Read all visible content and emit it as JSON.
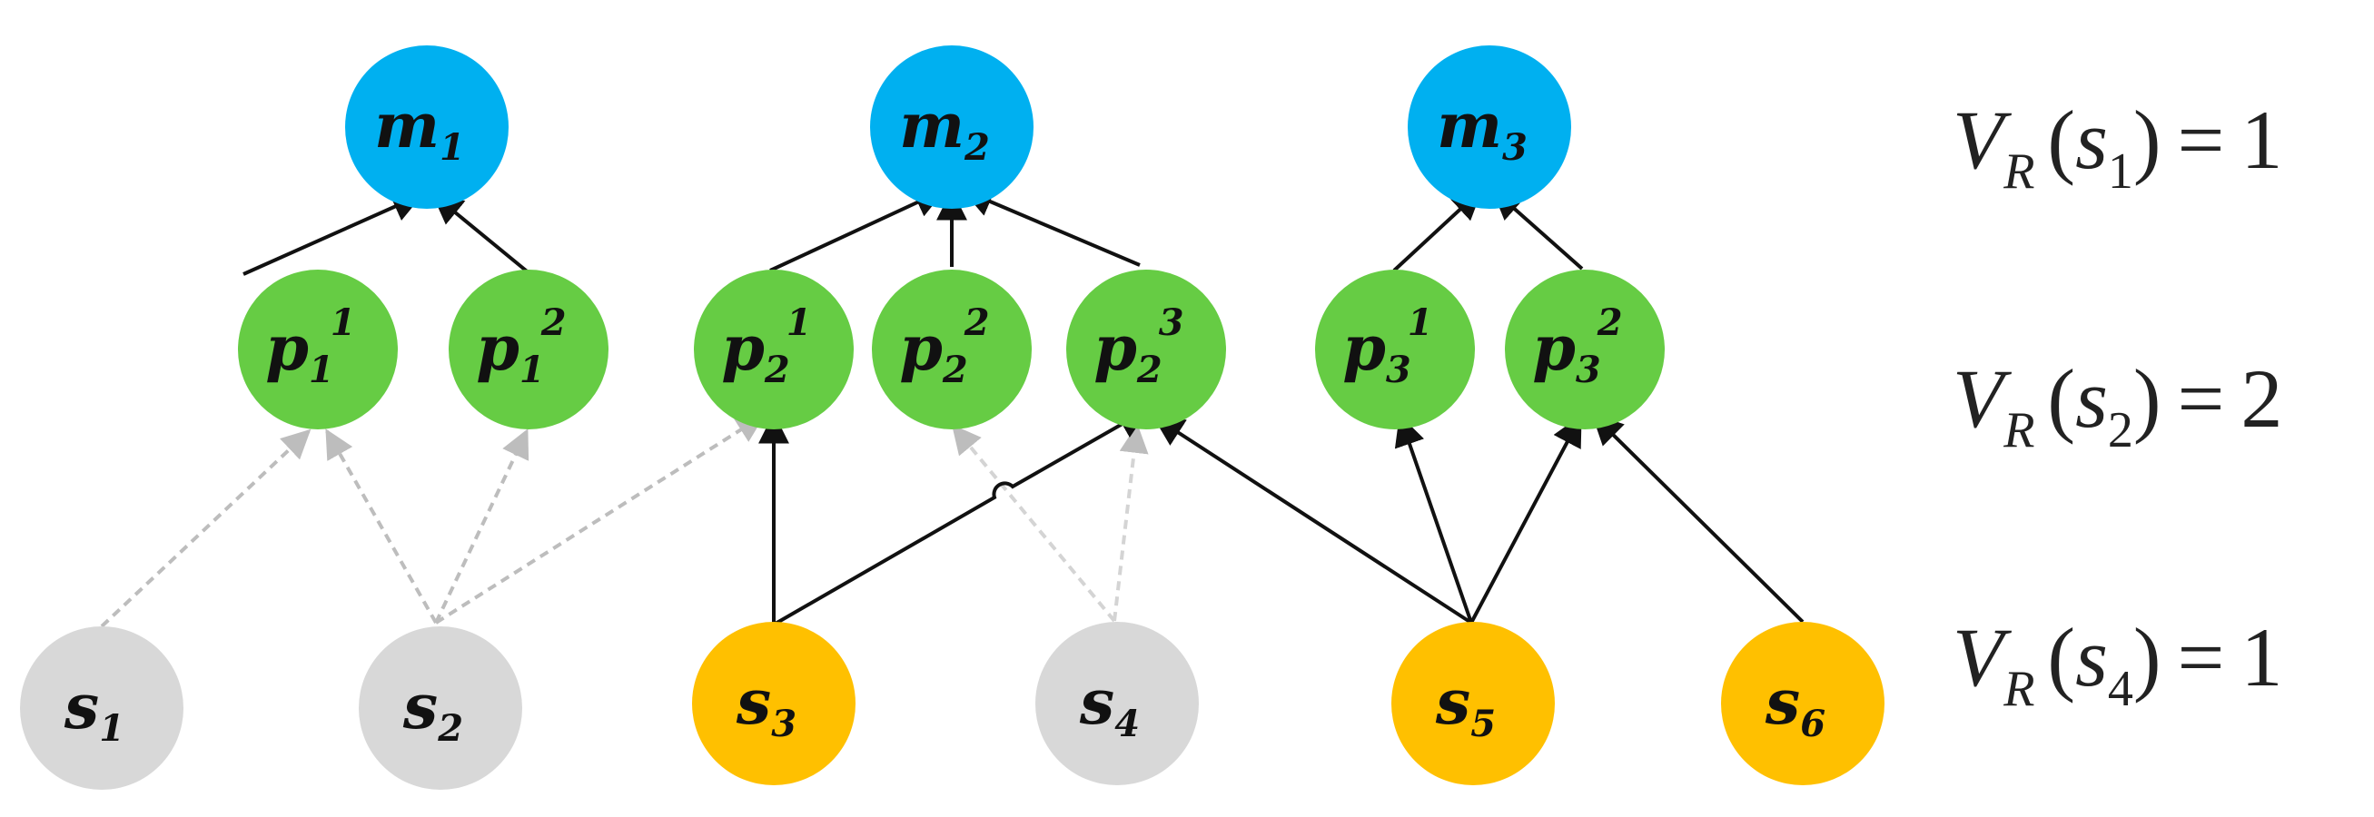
{
  "colors": {
    "m_node": "#00B0F0",
    "p_node": "#66CC44",
    "s_inactive": "#D8D8D8",
    "s_active": "#FFC000",
    "edge_active": "#111111",
    "edge_inactive": "#BDBDBD"
  },
  "nodes": {
    "m1": {
      "base": "m",
      "sub": "1",
      "sup": ""
    },
    "m2": {
      "base": "m",
      "sub": "2",
      "sup": ""
    },
    "m3": {
      "base": "m",
      "sub": "3",
      "sup": ""
    },
    "p11": {
      "base": "p",
      "sub": "1",
      "sup": "1"
    },
    "p12": {
      "base": "p",
      "sub": "1",
      "sup": "2"
    },
    "p21": {
      "base": "p",
      "sub": "2",
      "sup": "1"
    },
    "p22": {
      "base": "p",
      "sub": "2",
      "sup": "2"
    },
    "p23": {
      "base": "p",
      "sub": "2",
      "sup": "3"
    },
    "p31": {
      "base": "p",
      "sub": "3",
      "sup": "1"
    },
    "p32": {
      "base": "p",
      "sub": "3",
      "sup": "2"
    },
    "s1": {
      "base": "s",
      "sub": "1",
      "sup": ""
    },
    "s2": {
      "base": "s",
      "sub": "2",
      "sup": ""
    },
    "s3": {
      "base": "s",
      "sub": "3",
      "sup": ""
    },
    "s4": {
      "base": "s",
      "sub": "4",
      "sup": ""
    },
    "s5": {
      "base": "s",
      "sub": "5",
      "sup": ""
    },
    "s6": {
      "base": "s",
      "sub": "6",
      "sup": ""
    }
  },
  "equations": [
    {
      "V": "V",
      "R": "R",
      "lp": "(",
      "s": "s",
      "n": "1",
      "rp": ")",
      "eq": "=",
      "val": "1"
    },
    {
      "V": "V",
      "R": "R",
      "lp": "(",
      "s": "s",
      "n": "2",
      "rp": ")",
      "eq": "=",
      "val": "2"
    },
    {
      "V": "V",
      "R": "R",
      "lp": "(",
      "s": "s",
      "n": "4",
      "rp": ")",
      "eq": "=",
      "val": "1"
    }
  ]
}
